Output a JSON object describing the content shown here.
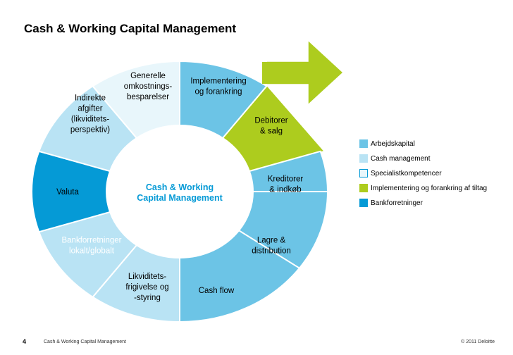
{
  "title": "Cash & Working Capital Management",
  "colors": {
    "arbejdskapital": "#6cc4e6",
    "cash_management": "#b9e3f4",
    "specialist": "#e8f6fb",
    "implementering": "#adcc1e",
    "bankforretninger": "#059ad6",
    "border": "#ffffff"
  },
  "center": [
    "Cash & Working",
    "Capital Management"
  ],
  "segments": [
    {
      "id": "generelle",
      "category": "arbejdskapital",
      "lines": [
        "Generelle",
        "omkostnings-",
        "besparelser"
      ]
    },
    {
      "id": "implementering",
      "category": "implementering",
      "lines": [
        "Implementering",
        "og forankring"
      ]
    },
    {
      "id": "debitorer",
      "category": "arbejdskapital",
      "lines": [
        "Debitorer",
        "& salg"
      ]
    },
    {
      "id": "kreditorer",
      "category": "arbejdskapital",
      "lines": [
        "Kreditorer",
        "& indkøb"
      ]
    },
    {
      "id": "lagre",
      "category": "arbejdskapital",
      "lines": [
        "Lagre &",
        "distribution"
      ]
    },
    {
      "id": "cash-flow",
      "category": "cash_management",
      "lines": [
        "Cash flow"
      ]
    },
    {
      "id": "likviditetsfrigivelse",
      "category": "cash_management",
      "lines": [
        "Likviditets-",
        "frigivelse og",
        "-styring"
      ]
    },
    {
      "id": "bankforretninger",
      "category": "bankforretninger",
      "lines": [
        "Bankforretninger",
        "lokalt/globalt"
      ]
    },
    {
      "id": "valuta",
      "category": "cash_management",
      "lines": [
        "Valuta"
      ]
    },
    {
      "id": "indirekte-afgifter",
      "category": "specialist",
      "lines": [
        "Indirekte",
        "afgifter",
        "(likviditets-",
        "perspektiv)"
      ]
    }
  ],
  "legend": [
    {
      "category": "arbejdskapital",
      "label": "Arbejdskapital"
    },
    {
      "category": "cash_management",
      "label": "Cash management"
    },
    {
      "category": "specialist",
      "label": "Specialistkompetencer"
    },
    {
      "category": "implementering",
      "label": "Implementering og forankring af tiltag"
    },
    {
      "category": "bankforretninger",
      "label": "Bankforretninger"
    }
  ],
  "footer": {
    "page_number": "4",
    "title": "Cash & Working Capital Management",
    "copyright": "© 2011 Deloitte"
  }
}
